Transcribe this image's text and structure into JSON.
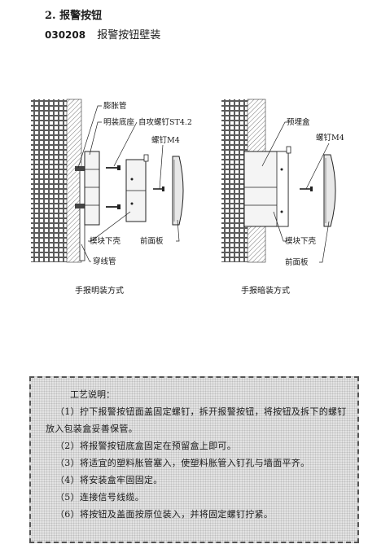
{
  "heading": "2. 报警按钮",
  "subheading": {
    "code": "030208",
    "title": "报警按钮壁装"
  },
  "left_diagram": {
    "labels": [
      "膨胀管",
      "明装底座",
      "自攻螺钉ST4.2",
      "螺钉M4",
      "模块下壳",
      "穿线管",
      "前面板"
    ],
    "caption": "手报明装方式"
  },
  "right_diagram": {
    "labels": [
      "预埋盒",
      "螺钉M4",
      "模块下壳",
      "前面板"
    ],
    "caption": "手报暗装方式"
  },
  "notes": {
    "title": "工艺说明：",
    "items": [
      "（1）拧下报警按钮面盖固定螺钉，拆开报警按钮，将按钮及拆下的螺钉放入包装盒妥善保管。",
      "（2）将报警按钮底盒固定在预留盒上即可。",
      "（3）将适宜的塑料胀管塞入，使塑料胀管入钉孔与墙面平齐。",
      "（4）将安装盒牢固固定。",
      "（5）连接信号线缆。",
      "（6）将按钮及盖面按原位装入，并将固定螺钉拧紧。"
    ]
  }
}
